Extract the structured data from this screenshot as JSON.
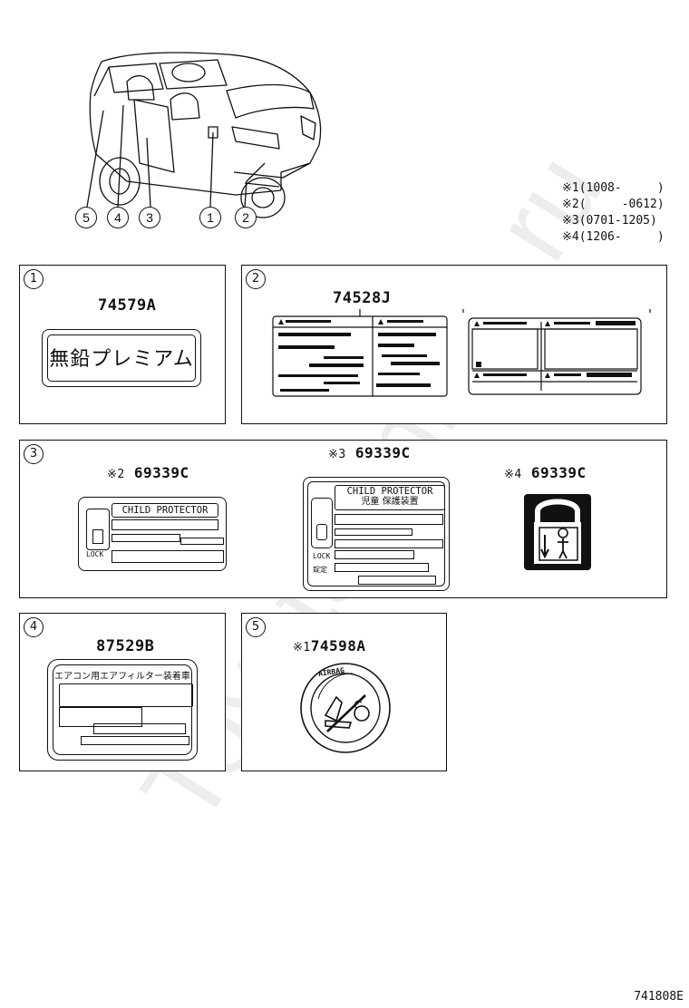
{
  "notes": [
    {
      "mark": "※1",
      "range": "(1008-     )"
    },
    {
      "mark": "※2",
      "range": "(     -0612)"
    },
    {
      "mark": "※3",
      "range": "(0701-1205)"
    },
    {
      "mark": "※4",
      "range": "(1206-     )"
    }
  ],
  "callouts": [
    "5",
    "4",
    "3",
    "1",
    "2"
  ],
  "panels": {
    "p1": {
      "num": "1",
      "part": "74579A",
      "label_text": "無鉛プレミアム"
    },
    "p2": {
      "num": "2",
      "part": "74528J"
    },
    "p3": {
      "num": "3",
      "a": {
        "mark": "※2",
        "part": "69339C",
        "title": "CHILD PROTECTOR",
        "lock": "LOCK"
      },
      "b": {
        "mark": "※3",
        "part": "69339C",
        "title": "CHILD PROTECTOR",
        "title_jp": "児童 保護装置",
        "lock": "LOCK",
        "lock_jp": "錠定"
      },
      "c": {
        "mark": "※4",
        "part": "69339C"
      }
    },
    "p4": {
      "num": "4",
      "part": "87529B",
      "label_text": "エアコン用エアフィルター装着車"
    },
    "p5": {
      "num": "5",
      "mark": "※1",
      "part": "74598A",
      "ring_text": "AIRBAG"
    }
  },
  "figure_code": "741808E",
  "watermark": "ToyotaOnline.ru"
}
